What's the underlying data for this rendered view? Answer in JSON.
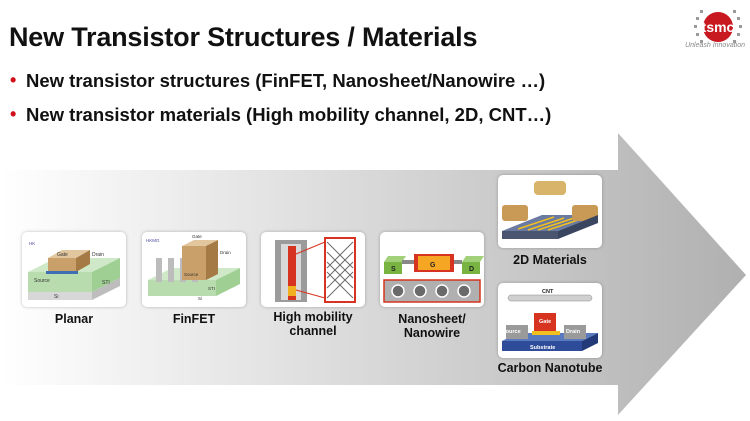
{
  "slide": {
    "title": "New Transistor Structures / Materials",
    "bullets": [
      "New transistor structures (FinFET, Nanosheet/Nanowire …)",
      "New transistor materials (High mobility channel, 2D, CNT…)"
    ]
  },
  "logo": {
    "brand": "tsmc",
    "tagline": "Unleash Innovation"
  },
  "figures": {
    "planar": {
      "label": "Planar",
      "text": {
        "gate": "Gate",
        "source": "Source",
        "drain": "Drain",
        "sti": "STI",
        "si": "Si",
        "hk": "HK"
      }
    },
    "finfet": {
      "label": "FinFET",
      "text": {
        "gate": "Gate",
        "hkmg": "HKMG",
        "source": "Source",
        "drain": "Drain",
        "sti": "STI",
        "si": "Si"
      }
    },
    "high_mobility": {
      "label_line1": "High mobility",
      "label_line2": "channel"
    },
    "nanosheet": {
      "label_line1": "Nanosheet/",
      "label_line2": "Nanowire",
      "text": {
        "s": "S",
        "g": "G",
        "d": "D"
      }
    },
    "materials_2d": {
      "label": "2D Materials"
    },
    "cnt": {
      "label": "Carbon Nanotube",
      "text": {
        "cnt": "CNT",
        "gate": "Gate",
        "source": "Source",
        "drain": "Drain",
        "substrate": "Substrate"
      }
    }
  },
  "colors": {
    "accent_red": "#d0101a",
    "arrow_gray": "#bdbdbd"
  }
}
